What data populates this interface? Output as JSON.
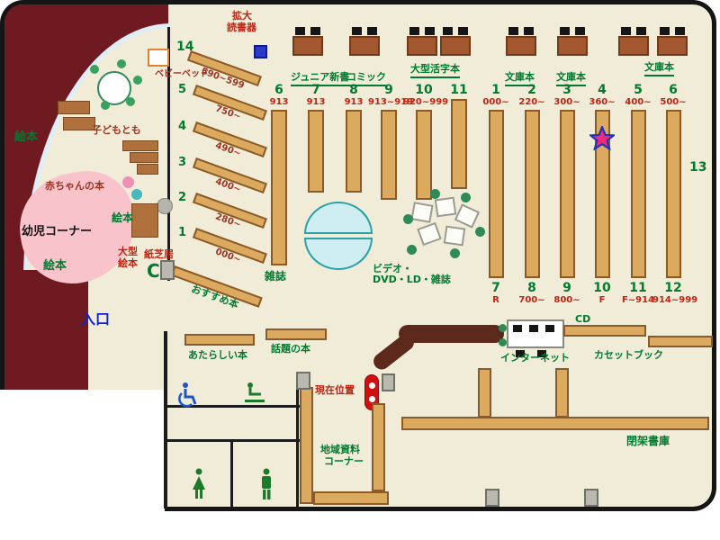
{
  "colors": {
    "wall_maroon": "#6e1a20",
    "shelf_tan": "#dcaa5e",
    "shelf_border": "#8a5a28",
    "label_green": "#007a2f",
    "label_red": "#c22211",
    "entrance_blue": "#1122cc",
    "kids_pink": "#f9c3cc",
    "bench_teal": "#cfeef2",
    "counter_brown": "#5d291c",
    "star_pink": "#ee2a7b",
    "marker_red": "#d01010"
  },
  "children_area": {
    "ehon_top": "絵本",
    "ehon_mid": "絵本",
    "ehon_bottom": "絵本",
    "yoji_corner": "幼児コーナー",
    "akachan_books": "赤ちゃんの本",
    "kodomotomo": "子どもとも",
    "baby_bed": "ベビーベッド",
    "ogata_line1": "大型",
    "ogata_line2": "絵本",
    "kamishibai": "紙芝居",
    "door_c": "C"
  },
  "entrance_label": "入口",
  "magnifier": {
    "line1": "拡大",
    "line2": "読書器"
  },
  "shelf14": {
    "number": "14",
    "rows": [
      {
        "num": "",
        "range": "590~599"
      },
      {
        "num": "5",
        "range": "750~"
      },
      {
        "num": "4",
        "range": "490~"
      },
      {
        "num": "3",
        "range": "400~"
      },
      {
        "num": "2",
        "range": "280~"
      },
      {
        "num": "1",
        "range": "000~"
      }
    ]
  },
  "top_labels": {
    "junior": "ジュニア新書",
    "comic": "コミック",
    "large_print": "大型活字本",
    "bunko_a": "文庫本",
    "bunko_b": "文庫本",
    "bunko_c": "文庫本"
  },
  "center_columns": [
    {
      "num": "6",
      "range": "913"
    },
    {
      "num": "7",
      "range": "913"
    },
    {
      "num": "8",
      "range": "913"
    },
    {
      "num": "9",
      "range": "913~919"
    },
    {
      "num": "10",
      "range": "920~999"
    },
    {
      "num": "11",
      "range": ""
    }
  ],
  "magazines_label": "雑誌",
  "av_label": {
    "line1": "ビデオ・",
    "line2": "DVD・LD・雑誌"
  },
  "right_columns_top": [
    {
      "num": "1",
      "range": "000~"
    },
    {
      "num": "2",
      "range": "220~"
    },
    {
      "num": "3",
      "range": "300~"
    },
    {
      "num": "4",
      "range": "360~"
    },
    {
      "num": "5",
      "range": "400~"
    },
    {
      "num": "6",
      "range": "500~"
    }
  ],
  "right_columns_bottom": [
    {
      "num": "7",
      "range": "R"
    },
    {
      "num": "8",
      "range": "700~"
    },
    {
      "num": "9",
      "range": "800~"
    },
    {
      "num": "10",
      "range": "F"
    },
    {
      "num": "11",
      "range": "F~914"
    },
    {
      "num": "12",
      "range": "914~999"
    }
  ],
  "shelf13_label": "13",
  "recommended_label": "おすすめ本",
  "new_books_label": "あたらしい本",
  "topic_books_label": "話題の本",
  "current_location_label": "現在位置",
  "local_materials": {
    "line1": "地域資料",
    "line2": "コーナー"
  },
  "internet_label": "インターネット",
  "cd_label": "CD",
  "cassette_label": "カセットブック",
  "closed_stacks_label": "閉架書庫"
}
